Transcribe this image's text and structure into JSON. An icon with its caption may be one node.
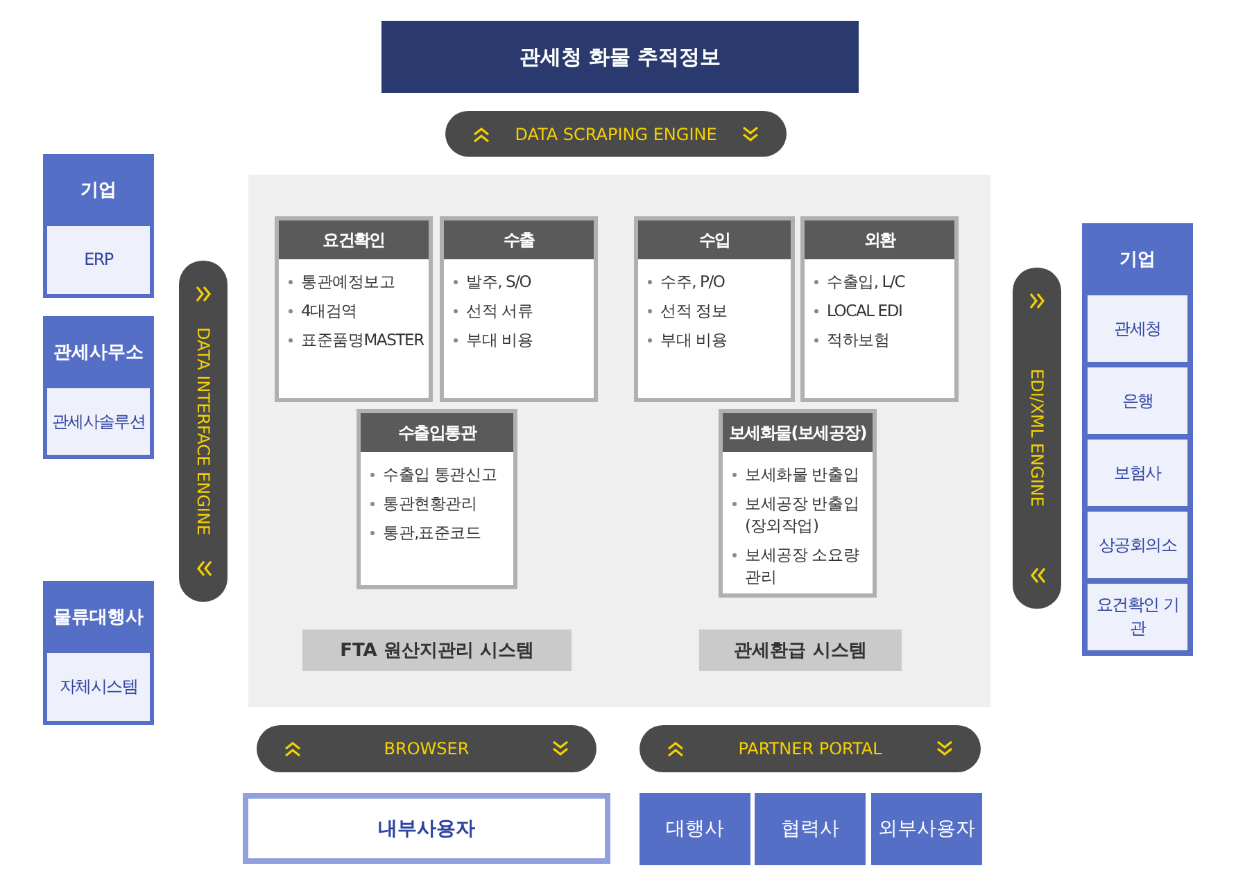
{
  "diagram": {
    "nodes": [
      {
        "text": [
          "관세청 화물 추적정보"
        ]
      },
      {
        "text": [
          "DATA SCRAPING ENGINE"
        ]
      },
      {
        "text": [
          "기업"
        ]
      },
      {
        "text": [
          "ERP"
        ],
        "in": 2
      },
      {
        "text": [
          "관세사무소"
        ]
      },
      {
        "text": [
          "관세사솔루션"
        ],
        "in": 4
      },
      {
        "text": [
          "물류대행사"
        ]
      },
      {
        "text": [
          "자체시스템"
        ],
        "in": 6
      },
      {
        "text": [
          "DATA INTERFACE ENGINE"
        ]
      },
      {
        "text": [],
        "shape": "box"
      },
      {
        "text": [
          "요건확인",
          "통관예정보고",
          "4대검역",
          "표준품명MASTER"
        ],
        "in": 9
      },
      {
        "text": [
          "수출",
          "발주, S/O",
          "선적 서류",
          "부대 비용"
        ],
        "in": 9
      },
      {
        "text": [
          "수입",
          "수주, P/O",
          "선적 정보",
          "부대 비용"
        ],
        "in": 9
      },
      {
        "text": [
          "외환",
          "수출입, L/C",
          "LOCAL EDI",
          "적하보험"
        ],
        "in": 9
      },
      {
        "text": [
          "수출입통관",
          "수출입 통관신고",
          "통관현황관리",
          "통관,표준코드"
        ],
        "in": 9
      },
      {
        "text": [
          "보세화물(보세공장)",
          "보세화물 반출입",
          "보세공장 반출입 (장외작업)",
          "보세공장 소요량관리"
        ],
        "in": 9
      },
      {
        "text": [
          "FTA 원산지관리 시스템"
        ],
        "in": 9
      },
      {
        "text": [
          "관세환급 시스템"
        ],
        "in": 9
      },
      {
        "text": [
          "EDI/XML ENGINE"
        ]
      },
      {
        "text": [
          "기업"
        ]
      },
      {
        "text": [
          "관세청"
        ],
        "in": 19
      },
      {
        "text": [
          "은행"
        ],
        "in": 19
      },
      {
        "text": [
          "보험사"
        ],
        "in": 19
      },
      {
        "text": [
          "상공회의소"
        ],
        "in": 19
      },
      {
        "text": [
          "요건확인 기관"
        ],
        "in": 19
      },
      {
        "text": [
          "BROWSER"
        ]
      },
      {
        "text": [
          "PARTNER PORTAL"
        ]
      },
      {
        "text": [
          "내부사용자"
        ]
      },
      {
        "text": [
          "대행사"
        ]
      },
      {
        "text": [
          "협력사"
        ]
      },
      {
        "text": [
          "외부사용자"
        ]
      }
    ]
  }
}
